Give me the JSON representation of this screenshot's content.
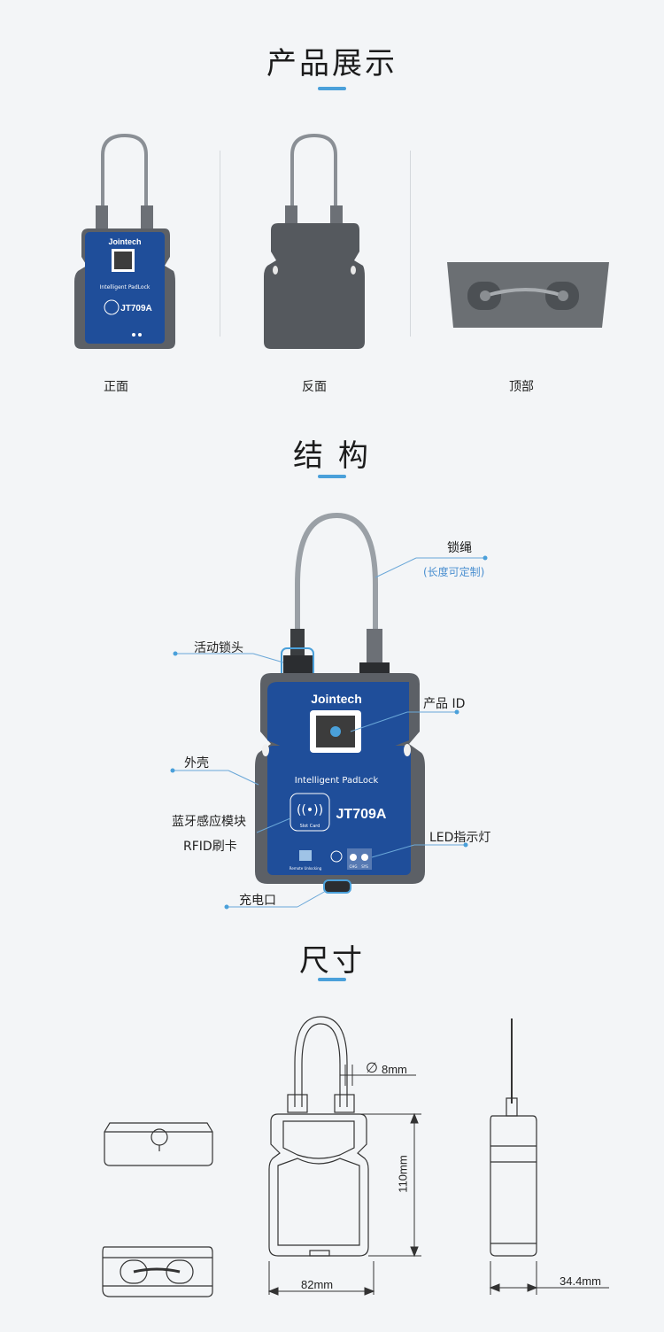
{
  "sections": {
    "display_title": "产品展示",
    "structure_title": "结 构",
    "size_title": "尺寸"
  },
  "views": {
    "front": "正面",
    "back": "反面",
    "top": "顶部"
  },
  "device": {
    "brand": "Jointech",
    "product_line": "Intelligent PadLock",
    "model": "JT709A",
    "card_slot": "Slot  Card",
    "remote": "Remote Unlocking",
    "led_chg": "CHG",
    "led_sys": "SYS"
  },
  "callouts": {
    "rope": "锁绳",
    "rope_note": "(长度可定制)",
    "active_head": "活动锁头",
    "product_id": "产品 ID",
    "shell": "外壳",
    "bt_module": "蓝牙感应模块",
    "rfid": "RFID刷卡",
    "led": "LED指示灯",
    "charge_port": "充电口"
  },
  "dimensions": {
    "diameter": "8mm",
    "diameter_symbol": "∅",
    "height": "110mm",
    "width": "82mm",
    "depth": "34.4mm"
  },
  "colors": {
    "accent": "#4aa0da",
    "device_blue": "#1f4e9a",
    "shell_gray": "#5c6066"
  }
}
